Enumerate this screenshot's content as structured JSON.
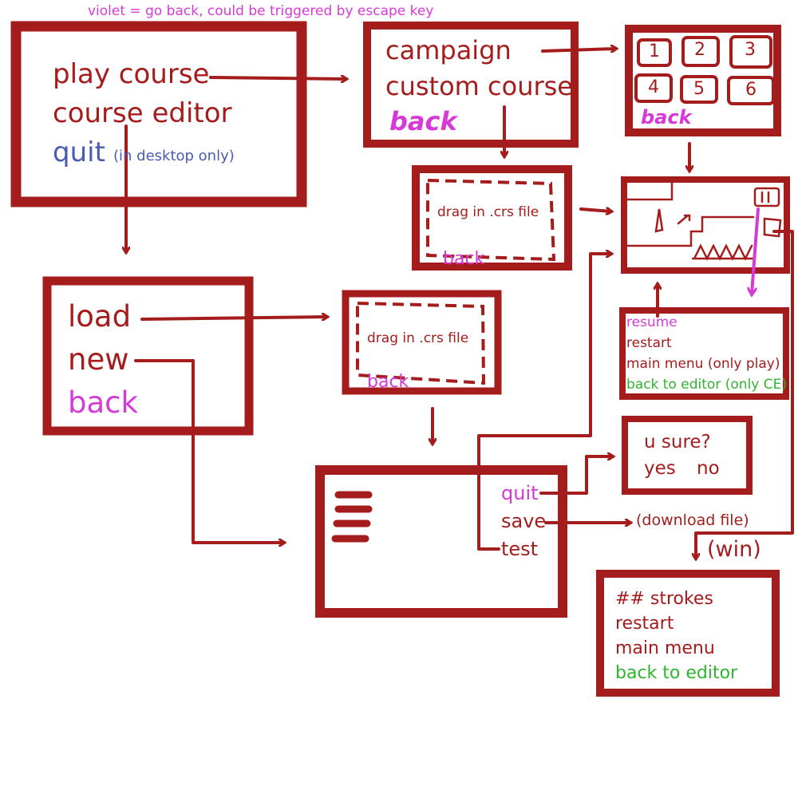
{
  "legend": "violet = go back, could be triggered by escape key",
  "main_menu": {
    "play": "play course",
    "editor": "course editor",
    "quit": "quit",
    "quit_note": "(in desktop only)"
  },
  "play_menu": {
    "campaign": "campaign",
    "custom": "custom course",
    "back": "back"
  },
  "level_select": {
    "levels": [
      "1",
      "2",
      "3",
      "4",
      "5",
      "6"
    ],
    "back": "back"
  },
  "custom_load": {
    "drop_text": "drag in .crs file",
    "back": "back"
  },
  "editor_menu": {
    "load": "load",
    "new": "new",
    "back": "back"
  },
  "editor_load": {
    "drop_text": "drag in .crs file",
    "back": "back"
  },
  "editor": {
    "quit": "quit",
    "save": "save",
    "test": "test"
  },
  "confirm": {
    "question": "u sure?",
    "yes": "yes",
    "no": "no"
  },
  "download_label": "(download file)",
  "win_label": "(win)",
  "pause_menu": {
    "resume": "resume",
    "restart": "restart",
    "main_menu": "main menu (only play)",
    "back_to_editor": "back to editor (only CE)"
  },
  "win_menu": {
    "strokes": "## strokes",
    "restart": "restart",
    "main_menu": "main menu",
    "back_to_editor": "back to editor"
  },
  "colors": {
    "frame": "#a51c1c",
    "violet": "#d63ad6",
    "green": "#2fb52f",
    "blue": "#4a5bb0"
  }
}
